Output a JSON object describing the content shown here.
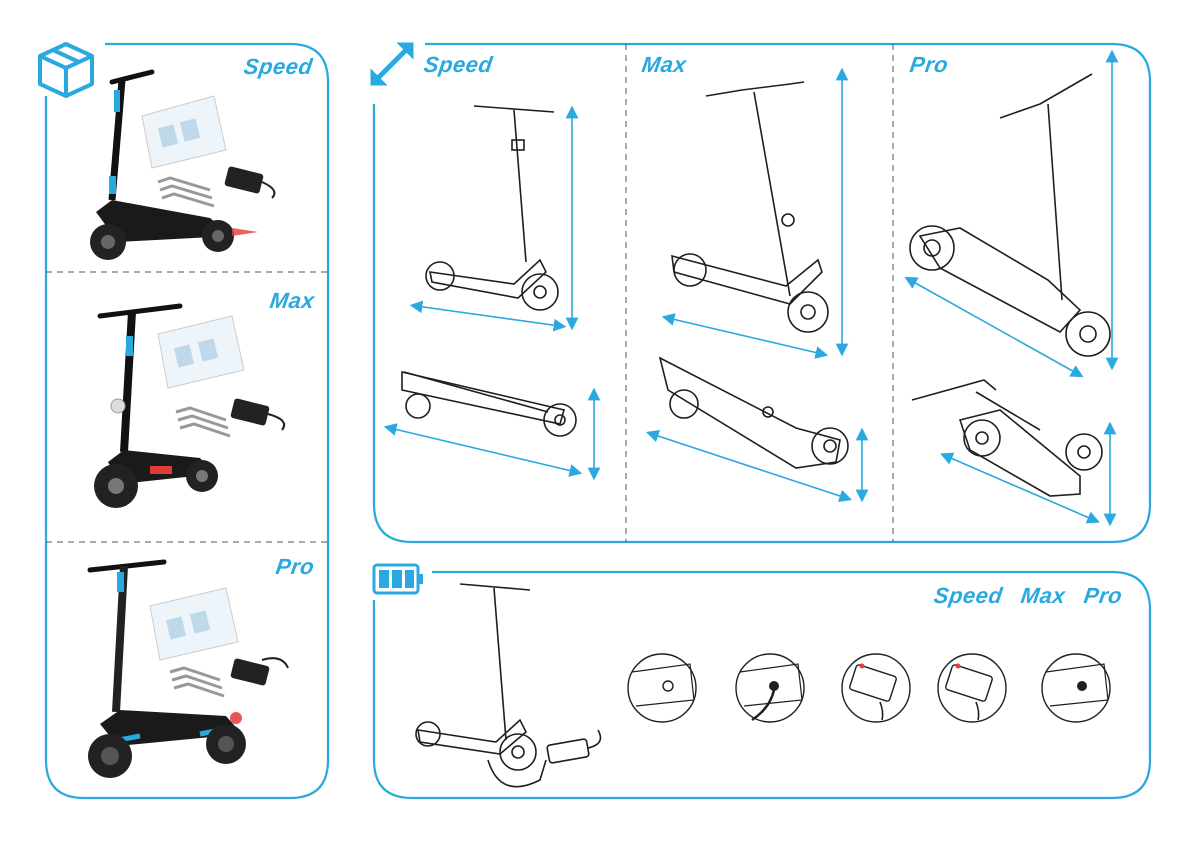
{
  "colors": {
    "accent": "#2aa8e0",
    "line": "#1f1f1f",
    "dash": "#555555"
  },
  "contents_panel": {
    "icon": "box-icon",
    "sections": [
      {
        "label": "Speed"
      },
      {
        "label": "Max"
      },
      {
        "label": "Pro"
      }
    ]
  },
  "dimensions_panel": {
    "icon": "resize-arrows-icon",
    "columns": [
      {
        "label": "Speed"
      },
      {
        "label": "Max"
      },
      {
        "label": "Pro"
      }
    ]
  },
  "charging_panel": {
    "icon": "battery-icon",
    "models": [
      "Speed",
      "Max",
      "Pro"
    ]
  }
}
